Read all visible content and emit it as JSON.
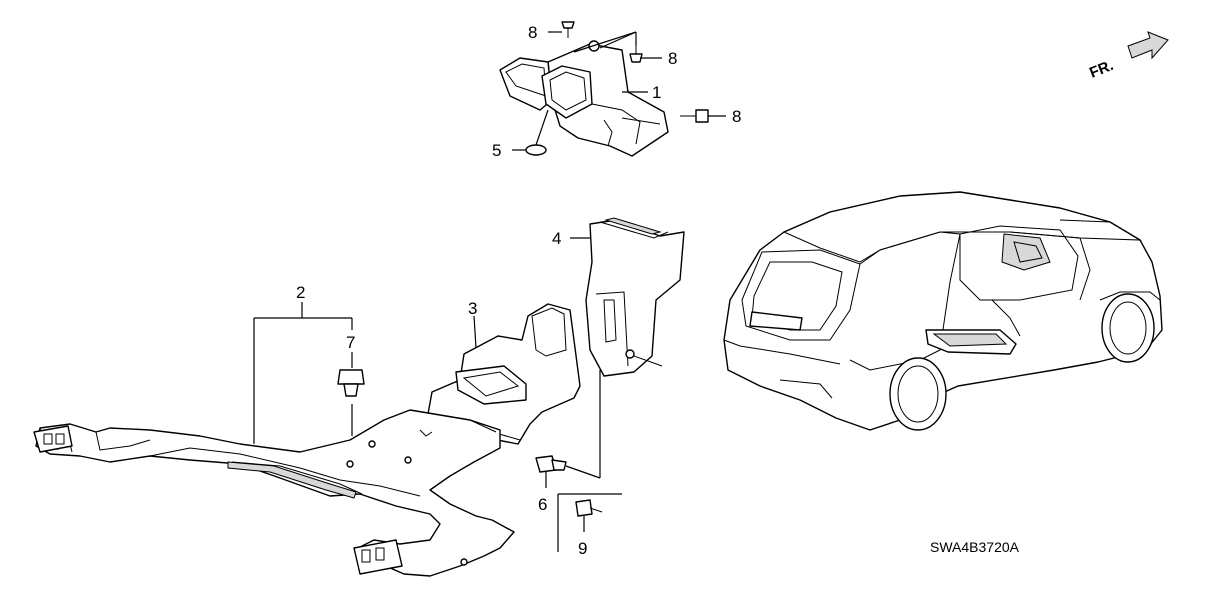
{
  "diagram": {
    "callouts": [
      {
        "id": "c8a",
        "label": "8"
      },
      {
        "id": "c8b",
        "label": "8"
      },
      {
        "id": "c8c",
        "label": "8"
      },
      {
        "id": "c1",
        "label": "1"
      },
      {
        "id": "c5",
        "label": "5"
      },
      {
        "id": "c4",
        "label": "4"
      },
      {
        "id": "c3",
        "label": "3"
      },
      {
        "id": "c2",
        "label": "2"
      },
      {
        "id": "c7",
        "label": "7"
      },
      {
        "id": "c6",
        "label": "6"
      },
      {
        "id": "c9",
        "label": "9"
      }
    ],
    "direction_label": "FR.",
    "diagram_code": "SWA4B3720A"
  }
}
